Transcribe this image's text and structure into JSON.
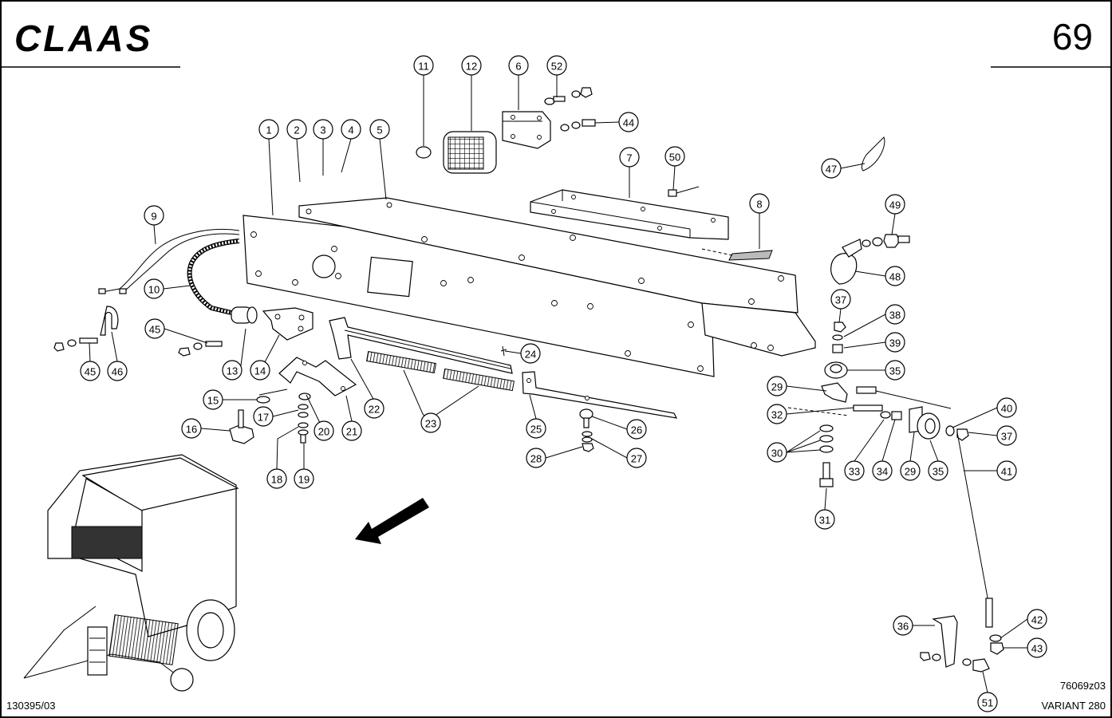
{
  "header": {
    "brand": "CLAAS",
    "page_number": "69"
  },
  "footer": {
    "doc_number": "130395/03",
    "drawing_code": "76069z03",
    "model": "VARIANT 280"
  },
  "callouts": [
    {
      "id": "1"
    },
    {
      "id": "2"
    },
    {
      "id": "3"
    },
    {
      "id": "4"
    },
    {
      "id": "5"
    },
    {
      "id": "6"
    },
    {
      "id": "7"
    },
    {
      "id": "8"
    },
    {
      "id": "9"
    },
    {
      "id": "10"
    },
    {
      "id": "11"
    },
    {
      "id": "12"
    },
    {
      "id": "13"
    },
    {
      "id": "14"
    },
    {
      "id": "15"
    },
    {
      "id": "16"
    },
    {
      "id": "17"
    },
    {
      "id": "18"
    },
    {
      "id": "19"
    },
    {
      "id": "20"
    },
    {
      "id": "21"
    },
    {
      "id": "22"
    },
    {
      "id": "23"
    },
    {
      "id": "24"
    },
    {
      "id": "25"
    },
    {
      "id": "26"
    },
    {
      "id": "27"
    },
    {
      "id": "28"
    },
    {
      "id": "29a"
    },
    {
      "id": "29b"
    },
    {
      "id": "30"
    },
    {
      "id": "31"
    },
    {
      "id": "32"
    },
    {
      "id": "33"
    },
    {
      "id": "34"
    },
    {
      "id": "35a"
    },
    {
      "id": "35b"
    },
    {
      "id": "36"
    },
    {
      "id": "37a"
    },
    {
      "id": "37b"
    },
    {
      "id": "38"
    },
    {
      "id": "39"
    },
    {
      "id": "40"
    },
    {
      "id": "41"
    },
    {
      "id": "42"
    },
    {
      "id": "43"
    },
    {
      "id": "44"
    },
    {
      "id": "45a"
    },
    {
      "id": "45b"
    },
    {
      "id": "46"
    },
    {
      "id": "47"
    },
    {
      "id": "48"
    },
    {
      "id": "49"
    },
    {
      "id": "50"
    },
    {
      "id": "51"
    },
    {
      "id": "52"
    }
  ],
  "callout_text": {
    "1": "1",
    "2": "2",
    "3": "3",
    "4": "4",
    "5": "5",
    "6": "6",
    "7": "7",
    "8": "8",
    "9": "9",
    "10": "10",
    "11": "11",
    "12": "12",
    "13": "13",
    "14": "14",
    "15": "15",
    "16": "16",
    "17": "17",
    "18": "18",
    "19": "19",
    "20": "20",
    "21": "21",
    "22": "22",
    "23": "23",
    "24": "24",
    "25": "25",
    "26": "26",
    "27": "27",
    "28": "28",
    "29a": "29",
    "29b": "29",
    "30": "30",
    "31": "31",
    "32": "32",
    "33": "33",
    "34": "34",
    "35a": "35",
    "35b": "35",
    "36": "36",
    "37a": "37",
    "37b": "37",
    "38": "38",
    "39": "39",
    "40": "40",
    "41": "41",
    "42": "42",
    "43": "43",
    "44": "44",
    "45a": "45",
    "45b": "45",
    "46": "46",
    "47": "47",
    "48": "48",
    "49": "49",
    "50": "50",
    "51": "51",
    "52": "52"
  }
}
